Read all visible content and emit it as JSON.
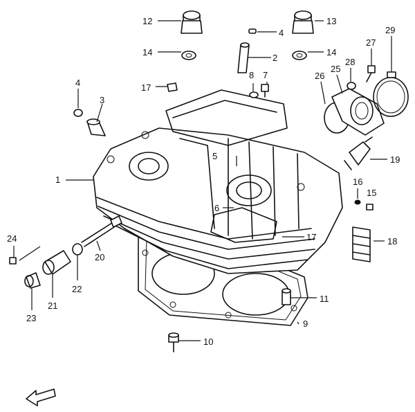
{
  "callouts": [
    {
      "id": "c1",
      "text": "1"
    },
    {
      "id": "c2",
      "text": "2"
    },
    {
      "id": "c3",
      "text": "3"
    },
    {
      "id": "c4a",
      "text": "4"
    },
    {
      "id": "c4b",
      "text": "4"
    },
    {
      "id": "c5",
      "text": "5"
    },
    {
      "id": "c6",
      "text": "6"
    },
    {
      "id": "c7",
      "text": "7"
    },
    {
      "id": "c8",
      "text": "8"
    },
    {
      "id": "c9",
      "text": "9"
    },
    {
      "id": "c10",
      "text": "10"
    },
    {
      "id": "c11",
      "text": "11"
    },
    {
      "id": "c12",
      "text": "12"
    },
    {
      "id": "c13",
      "text": "13"
    },
    {
      "id": "c14a",
      "text": "14"
    },
    {
      "id": "c14b",
      "text": "14"
    },
    {
      "id": "c15",
      "text": "15"
    },
    {
      "id": "c16",
      "text": "16"
    },
    {
      "id": "c17a",
      "text": "17"
    },
    {
      "id": "c17b",
      "text": "17"
    },
    {
      "id": "c18",
      "text": "18"
    },
    {
      "id": "c19",
      "text": "19"
    },
    {
      "id": "c20",
      "text": "20"
    },
    {
      "id": "c21",
      "text": "21"
    },
    {
      "id": "c22",
      "text": "22"
    },
    {
      "id": "c23",
      "text": "23"
    },
    {
      "id": "c24",
      "text": "24"
    },
    {
      "id": "c25",
      "text": "25"
    },
    {
      "id": "c26",
      "text": "26"
    },
    {
      "id": "c27",
      "text": "27"
    },
    {
      "id": "c28",
      "text": "28"
    },
    {
      "id": "c29",
      "text": "29"
    }
  ]
}
